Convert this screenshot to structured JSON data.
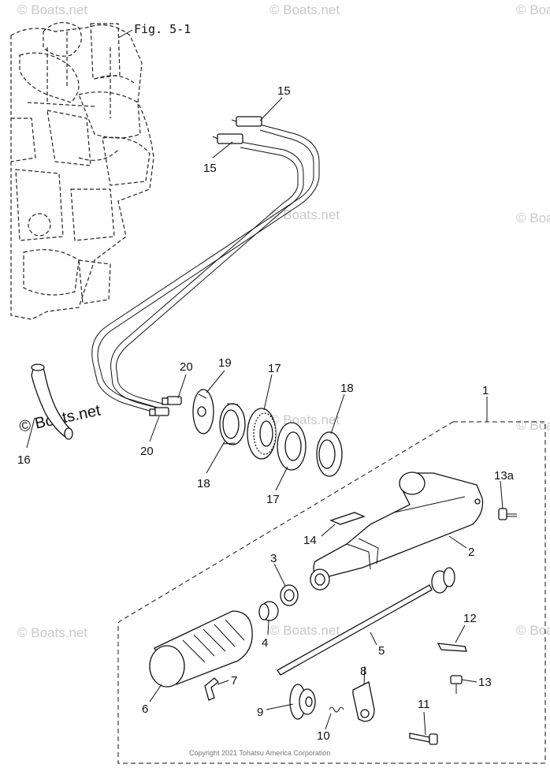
{
  "figure_ref": "Fig. 5-1",
  "callouts": {
    "c1": "1",
    "c2": "2",
    "c3": "3",
    "c4": "4",
    "c5": "5",
    "c6": "6",
    "c7": "7",
    "c8": "8",
    "c9": "9",
    "c10": "10",
    "c11": "11",
    "c12": "12",
    "c13": "13",
    "c13a": "13a",
    "c14": "14",
    "c15a": "15",
    "c15b": "15",
    "c16": "16",
    "c17a": "17",
    "c17b": "17",
    "c18a": "18",
    "c18b": "18",
    "c19": "19",
    "c20a": "20",
    "c20b": "20"
  },
  "watermark": {
    "text": "Boats.net",
    "symbol": "©"
  },
  "copyright": "Copyright 2021 Tohatsu America Corporation",
  "colors": {
    "line": "#111111",
    "watermark": "#c9c9c9",
    "background": "#ffffff"
  }
}
